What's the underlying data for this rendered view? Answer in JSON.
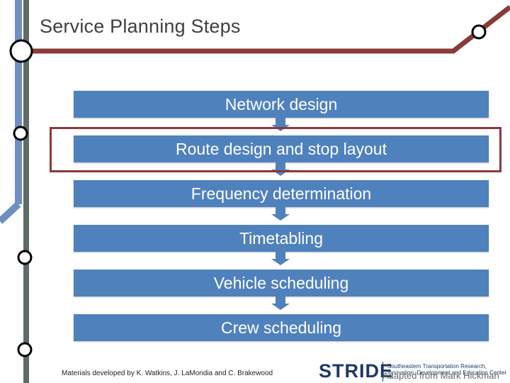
{
  "title": "Service Planning Steps",
  "steps": [
    {
      "label": "Network design"
    },
    {
      "label": "Route design and stop layout"
    },
    {
      "label": "Frequency determination"
    },
    {
      "label": "Timetabling"
    },
    {
      "label": "Vehicle scheduling"
    },
    {
      "label": "Crew scheduling"
    }
  ],
  "highlighted_step": "Route design and stop layout",
  "footer": {
    "credit": "Materials developed by K. Watkins, J. LaMondia and C. Brakewood",
    "adapted": "Adapted from Mark Hickman",
    "logo": "STRIDE",
    "logo_subtitle": "Southeastern Transportation Research, Innovation, Development and Education Center"
  },
  "colors": {
    "step_fill": "#4f81bd",
    "highlight_border": "#8b3a3a",
    "transit_line_red": "#8b3a3a",
    "transit_line_blue": "#6f8fc0",
    "transit_line_gray": "#5f6b66"
  }
}
